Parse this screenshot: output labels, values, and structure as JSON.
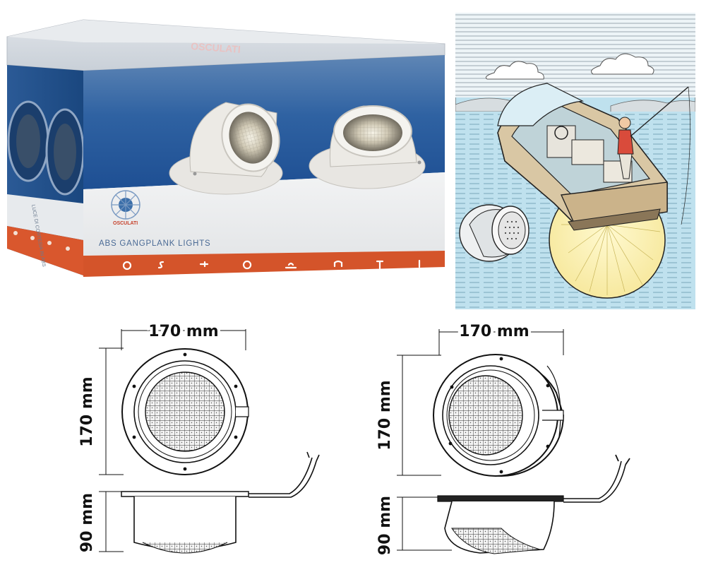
{
  "product_box": {
    "brand": "OSCULATI",
    "product_label": "ABS GANGPLANK LIGHTS",
    "side_text": "LUCE DI CORTESIA IN ABS"
  },
  "drawing_left": {
    "width_label": "170 mm",
    "height_label": "170 mm",
    "depth_label": "90 mm"
  },
  "drawing_right": {
    "width_label": "170 mm",
    "height_label": "170 mm",
    "depth_label": "90 mm"
  }
}
